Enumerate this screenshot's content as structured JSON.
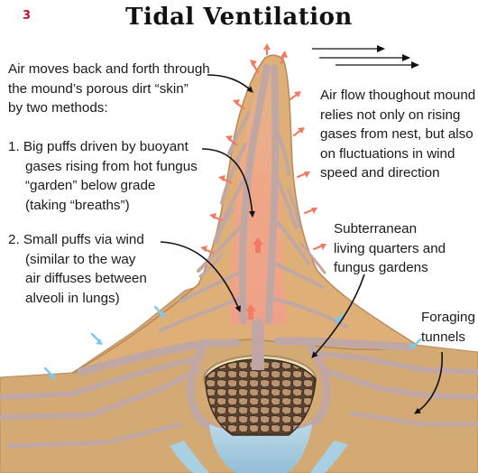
{
  "figure_number": "3",
  "title": "Tidal Ventilation",
  "intro": [
    "Air moves back and forth through",
    "the mound’s porous dirt “skin”",
    "by two methods:"
  ],
  "method_1": [
    "1.  Big puffs driven by buoyant",
    "gases rising from hot fungus",
    "“garden” below grade",
    "(taking “breaths”)"
  ],
  "method_2": [
    "2. Small puffs via wind",
    "(similar to the way",
    "air diffuses between",
    "alveoli in lungs)"
  ],
  "air_flow_note": [
    "Air flow thoughout mound",
    "relies not only on rising",
    "gases from nest, but also",
    "on fluctuations in wind",
    "speed and direction"
  ],
  "subterranean": [
    "Subterranean",
    "living quarters and",
    "fungus gardens"
  ],
  "foraging": [
    "Foraging",
    "tunnels"
  ],
  "colors": {
    "soil": "#d4aa74",
    "mound": "#deb078",
    "tunnel": "#c1a7a4",
    "core_gradient": "#f2a68a",
    "outflow_arrow": "#f07a62",
    "inflow_arrow": "#7ec8ea",
    "water": "#a9cfe3",
    "comb": "#5a4230",
    "figure_number": "#c8102e"
  }
}
